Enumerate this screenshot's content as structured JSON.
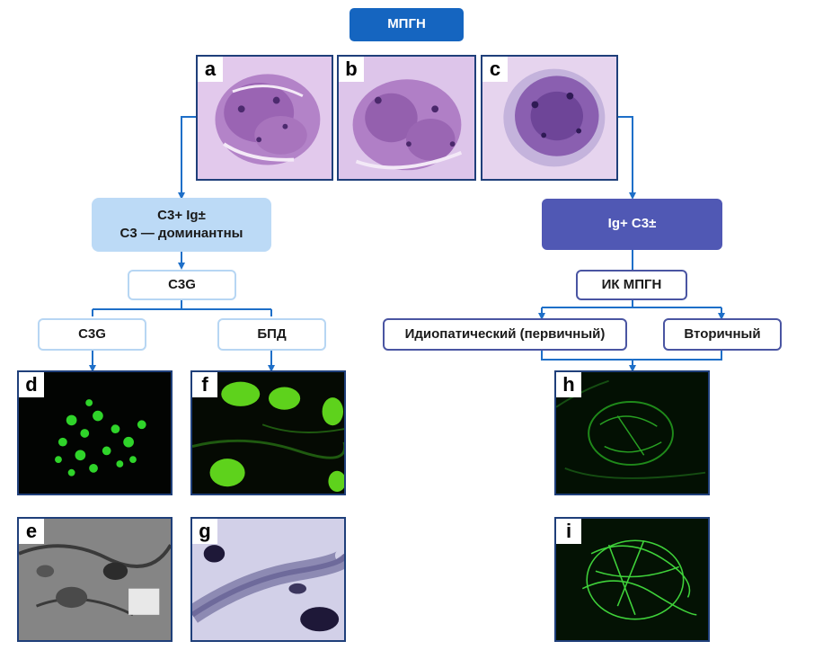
{
  "title": "МПГН",
  "left_branch": {
    "line1": "C3+ Ig±",
    "line2": "C3 — доминантны"
  },
  "right_branch": {
    "label": "Ig+ C3±"
  },
  "c3g_main": "C3G",
  "c3g_sub": "C3G",
  "bpd": "БПД",
  "ik_mpgn": "ИК МПГН",
  "idiopathic": "Идиопатический (первичный)",
  "secondary": "Вторичный",
  "panels": {
    "a": "a",
    "b": "b",
    "c": "c",
    "d": "d",
    "e": "e",
    "f": "f",
    "g": "g",
    "h": "h",
    "i": "i"
  },
  "colors": {
    "title_bg": "#1565c0",
    "left_branch_bg": "#bcdaf6",
    "right_branch_bg": "#5058b4",
    "outline_light": "#b7d6f3",
    "outline_dark": "#4a55a2",
    "arrow": "#1e6fc8"
  }
}
